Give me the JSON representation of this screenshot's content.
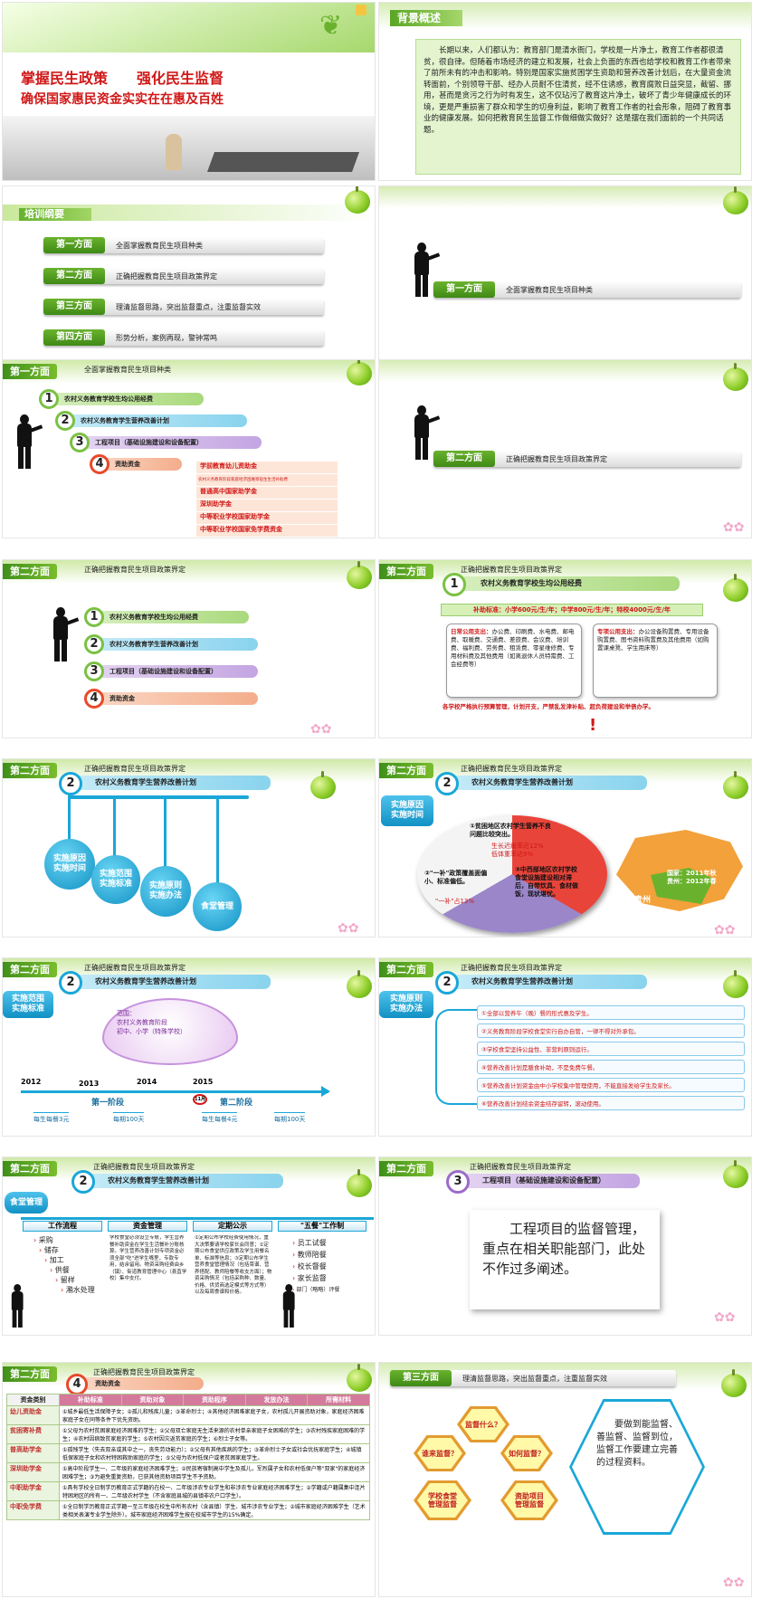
{
  "s1": {
    "line1a": "掌握民生政策",
    "line1b": "强化民生监督",
    "line2": "确保国家惠民资金实实在在惠及百姓"
  },
  "s2": {
    "title": "背景概述",
    "body": "长期以来，人们都认为：教育部门是清水衙门，学校是一片净土，教育工作者都很清贫，很自律。但随着市场经济的建立和发展，社会上负面的东西也给学校和教育工作者带来了前所未有的冲击和影响。特别是国家实施贫困学生资助和营养改善计划后，在大量资金流转面前，个别领导干部、经办人员耐不住清贫，经不住诱惑，教育腐败日益突显，截留、挪用，甚而是贪污之行为时有发生，这不仅玷污了教育这片净土，破坏了青少年健康成长的环境，更是严重损害了群众和学生的切身利益，影响了教育工作者的社会形象，阻碍了教育事业的健康发展。如何把教育民生监督工作做细做实做好？这是摆在我们面前的一个共同话题。"
  },
  "s3": {
    "title": "培训纲要",
    "items": [
      {
        "tag": "第一方面",
        "text": "全面掌握教育民生项目种类"
      },
      {
        "tag": "第二方面",
        "text": "正确把握教育民生项目政策界定"
      },
      {
        "tag": "第三方面",
        "text": "理清监督思路，突出监督重点，注重监督实效"
      },
      {
        "tag": "第四方面",
        "text": "形势分析，案例再现，警钟常鸣"
      }
    ]
  },
  "s4": {
    "tag": "第一方面",
    "text": "全面掌握教育民生项目种类"
  },
  "s5": {
    "hdr": "第一方面",
    "hdrtext": "全面掌握教育民生项目种类",
    "items": [
      "农村义务教育学校生均公用经费",
      "农村义务教育学生营养改善计划",
      "工程项目（基础设施建设和设备配置）",
      "资助资金"
    ],
    "subs": [
      "学前教育幼儿资助金",
      "农村义务教育阶段家庭经济困难寄宿生生活补助费",
      "普通高中国家助学金",
      "深圳助学金",
      "中等职业学校国家助学金",
      "中等职业学校国家免学费资金"
    ]
  },
  "s6": {
    "tag": "第二方面",
    "text": "正确把握教育民生项目政策界定"
  },
  "s7": {
    "hdr": "第二方面",
    "hdrtext": "正确把握教育民生项目政策界定",
    "items": [
      "农村义务教育学校生均公用经费",
      "农村义务教育学生营养改善计划",
      "工程项目（基础设施建设和设备配置）",
      "资助资金"
    ]
  },
  "s8": {
    "hdr": "第二方面",
    "hdrtext": "正确把握教育民生项目政策界定",
    "num": "1",
    "title": "农村义务教育学校生均公用经费",
    "std": "补助标准：小学600元/生/年；中学800元/生/年；特校4000元/生/年",
    "left_h": "日常公用支出：",
    "left_b": "办公费、印刷费、水电费、邮电费、取暖费、交通费、差旅费、会议费、培训费、福利费、劳务费、租赁费、零星维修费、专用材料费及其他费用（如离退休人员特需费、工会经费等）",
    "right_h": "专项公用支出：",
    "right_b": "办公设备购置费、专用设备购置费、图书资料购置费及其他费用（如购置课桌凳、学生用床等）",
    "note": "各学校严格执行预算管理，计划开支，严禁乱发津补贴、超负荷建设和举债办学。"
  },
  "s9": {
    "hdr": "第二方面",
    "hdrtext": "正确把握教育民生项目政策界定",
    "num": "2",
    "title": "农村义务教育学生营养改善计划",
    "bubbles": [
      "实施原因\n实施时间",
      "实施范围\n实施标准",
      "实施原则\n实施办法",
      "食堂管理"
    ]
  },
  "s10": {
    "hdr": "第二方面",
    "hdrtext": "正确把握教育民生项目政策界定",
    "num": "2",
    "title": "农村义务教育学生营养改善计划",
    "side": "实施原因\n实施时间",
    "p1": "①贫困地区农村学生营养不良问题比较突出。",
    "p1b": "生长迟缓率近12%\n低体重率达9%",
    "p2": "②\"一补\"政策覆盖面偏小、标准偏低。",
    "p2b": "\"一补\"占13%",
    "p3": "③中西部地区农村学校食堂设施建设相对滞后，自带炊具、食材做饭，现状堪忧。",
    "map_text": "国家：2011年秋\n贵州：2012年春",
    "map_label": "贵州"
  },
  "s11": {
    "hdr": "第二方面",
    "hdrtext": "正确把握教育民生项目政策界定",
    "num": "2",
    "title": "农村义务教育学生营养改善计划",
    "side": "实施范围\n实施标准",
    "heart": "范围：\n农村义务教育阶段\n初中、小学（特殊学校）",
    "years": [
      "2012",
      "2013",
      "2014",
      "2015"
    ],
    "month": "11月",
    "phase1": "第一阶段",
    "phase2": "第二阶段",
    "std1a": "每生每餐3元",
    "std1b": "每期100天",
    "std2a": "每生每餐4元",
    "std2b": "每期100天"
  },
  "s12": {
    "hdr": "第二方面",
    "hdrtext": "正确把握教育民生项目政策界定",
    "num": "2",
    "title": "农村义务教育学生营养改善计划",
    "side": "实施原则\n实施办法",
    "items": [
      "①全部以营养午（晚）餐的形式惠及学生。",
      "②义务教育阶段学校食堂实行自办自管，一律不得对外承包。",
      "③学校食堂坚持公益性、非营利原则运行。",
      "④营养改善计划是膳食补助，不是免费午餐。",
      "⑤营养改善计划资金由中小学校集中管理使用，不能直接发给学生及家长。",
      "⑥营养改善计划结余资金结存留转，滚动使用。"
    ]
  },
  "s13": {
    "hdr": "第二方面",
    "hdrtext": "正确把握教育民生项目政策界定",
    "num": "2",
    "title": "农村义务教育学生营养改善计划",
    "side": "食堂管理",
    "cols": [
      "工作流程",
      "资金管理",
      "定期公示",
      "\"五餐\"工作制"
    ],
    "flow": [
      "采购",
      "储存",
      "加工",
      "供餐",
      "留样",
      "潲水处理"
    ],
    "money": "学校食堂必须设立专账，学生营养餐补助资金在学生生活餐补分账核算。学生营养改善计划专项资金必须全部\"吃\"进学生嘴里，专款专用，结余留用。物资采购经费由乡（镇）、街道教育管理中心（县直学校）集中支付。",
    "notice": "①定期公布学校经费使用情况，重大决策要请学校家长会同意；②定期公布食堂供应政策及学生用餐名单、标准等信息；③定期公布学生营养食堂管理情况（包括菜谱、营养搭配、教师陪餐等收支方面）；物资采购情况（包括采购种、数量、价格、供货商选定模式等方式等）以及每周食谱和价格。",
    "five": [
      "员工试餐",
      "教师陪餐",
      "校长督餐",
      "家长监督",
      "部门（略略）评餐"
    ]
  },
  "s14": {
    "hdr": "第二方面",
    "hdrtext": "正确把握教育民生项目政策界定",
    "num": "3",
    "title": "工程项目（基础设施建设和设备配置）",
    "body": "工程项目的监督管理，重点在相关职能部门，此处不作过多阐述。"
  },
  "s15": {
    "hdr": "第二方面",
    "hdrtext": "正确把握教育民生项目政策界定",
    "num": "4",
    "title": "资助资金",
    "headers": [
      "资金类别",
      "补助标准",
      "资助对象",
      "资助程序",
      "发放办法",
      "所需材料"
    ],
    "rows": [
      [
        "幼儿资助金",
        "①城乡最低生活保障子女；②孤儿和残疾儿童；③革命烈士；④其他经济困难家庭子女，农村孤儿开展资助对象，家庭经济困难家庭子女在同等条件下优先资助。"
      ],
      [
        "贫困寄补费",
        "①父母为农村贫困家庭经济困难的学生；②父母双亡家庭无生活来源的农村单亲家庭子女困难的学生；③农村残疾家庭困难的学生；④农村因病致贫家庭的学生；⑤农村因灾返贫家庭的学生；⑥烈士子女等。"
      ],
      [
        "普高助学金",
        "①孤残学生（失去双亲或其中之一，丧失劳动能力）；②父母有其他疾病的学生；③革命烈士子女或社会优抚家庭学生；④城镇低保家庭子女和农村特困救助家庭的学生；⑤父母为农村低保户或者贫困家庭学生。"
      ],
      [
        "深圳助学金",
        "①高中阶段学生一、二年级的家庭经济困难学生；②民族寄宿制高中学生及孤儿，军烈属子女和农村低保户等\"双家\"的家庭经济困难学生；③为避免重复资助，已获其他资助项目学生不予资助。"
      ],
      [
        "中职助学金",
        "①具有学校全日制学历教育正式学籍的在校一、二年级涉农专业学生和非涉农专业家庭经济困难学生；②学籍或户籍属集中连片特困地区的所有一、二年级农村学生（不含家庭县城的县镇非农户口学生）。"
      ],
      [
        "中职免学费",
        "①全日制学历教育正式学籍一至三年级在校生中所有农村（含县镇）学生、城市涉农专业学生；②城市家庭经济困难学生（艺术类相关表演专业学生除外）。城市家庭经济困难学生按在校城市学生的15%确定。"
      ]
    ]
  },
  "s16": {
    "hdr": "第三方面",
    "hdrtext": "理清监督思路，突出监督重点，注重监督实效",
    "hexes": [
      "监督什么？",
      "谁来监督？",
      "如何监督？",
      "学校食堂\n管理监督",
      "资助项目\n管理监督"
    ],
    "body": "要做到能监督、善监督、监督到位，监督工作要建立完善的过程资料。"
  }
}
